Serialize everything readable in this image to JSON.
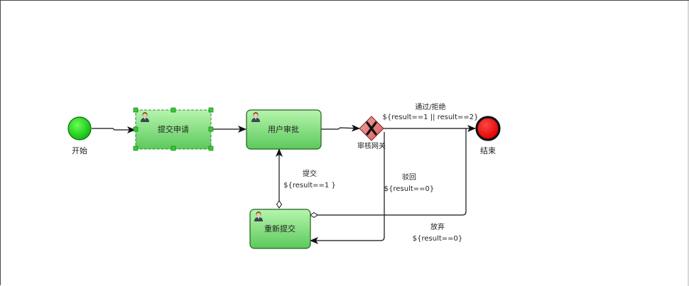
{
  "diagram": {
    "events": {
      "start": {
        "label": "开始",
        "color": "#22cc22"
      },
      "end": {
        "label": "结束",
        "color": "#ee1111"
      }
    },
    "tasks": {
      "submit": {
        "label": "提交申请",
        "icon": "user-icon",
        "selected": true
      },
      "approve": {
        "label": "用户审批",
        "icon": "user-icon"
      },
      "resubmit": {
        "label": "重新提交",
        "icon": "user-icon"
      }
    },
    "gateway": {
      "label": "审核网关",
      "type": "exclusive",
      "color": "#e98080"
    },
    "flows": {
      "pass_reject": {
        "name": "通过/拒绝",
        "condition": "${result==1 || result==2}"
      },
      "reject_back": {
        "name": "驳回",
        "condition": "${result==0}"
      },
      "resubmit": {
        "name": "提交",
        "condition": "${result==1 }"
      },
      "abandon": {
        "name": "放弃",
        "condition": "${result==0}"
      }
    },
    "colors": {
      "task_fill_top": "#a8f0a0",
      "task_fill_bottom": "#5cc95c",
      "selection_handle": "#33cc33"
    }
  }
}
